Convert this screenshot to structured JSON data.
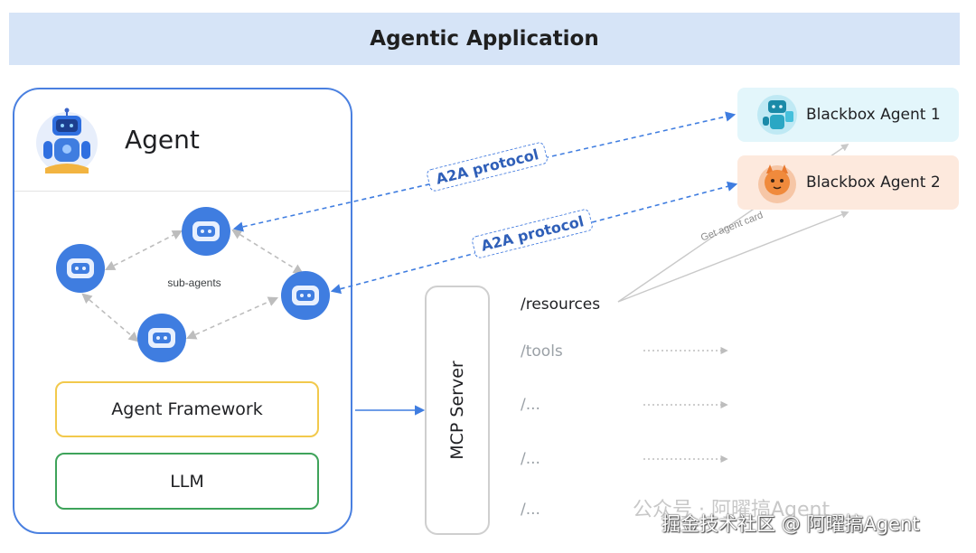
{
  "header": {
    "title": "Agentic Application"
  },
  "agent": {
    "title": "Agent",
    "subagents_label": "sub-agents",
    "framework_label": "Agent Framework",
    "llm_label": "LLM"
  },
  "mcp": {
    "label": "MCP Server",
    "resources": [
      "/resources",
      "/tools",
      "/...",
      "/...",
      "/..."
    ]
  },
  "protocols": {
    "a2a_1": "A2A protocol",
    "a2a_2": "A2A protocol",
    "get_agent_card": "Get agent card"
  },
  "blackbox_agents": [
    {
      "label": "Blackbox Agent 1",
      "color": "#e3f6fb"
    },
    {
      "label": "Blackbox Agent 2",
      "color": "#fde9dd"
    }
  ],
  "watermark": {
    "line1": "公众号 · 阿曜搞Agent",
    "line2": "掘金技术社区 @ 阿曜搞Agent"
  },
  "colors": {
    "accent_blue": "#4a80e0",
    "banner": "#d6e4f7",
    "framework_border": "#f2c94c",
    "llm_border": "#3ea35a",
    "subagent_blue": "#3f7de0"
  },
  "icons": [
    "robot-agent-icon",
    "subagent-icon",
    "blackbox-robot-icon",
    "blackbox-cat-icon"
  ]
}
